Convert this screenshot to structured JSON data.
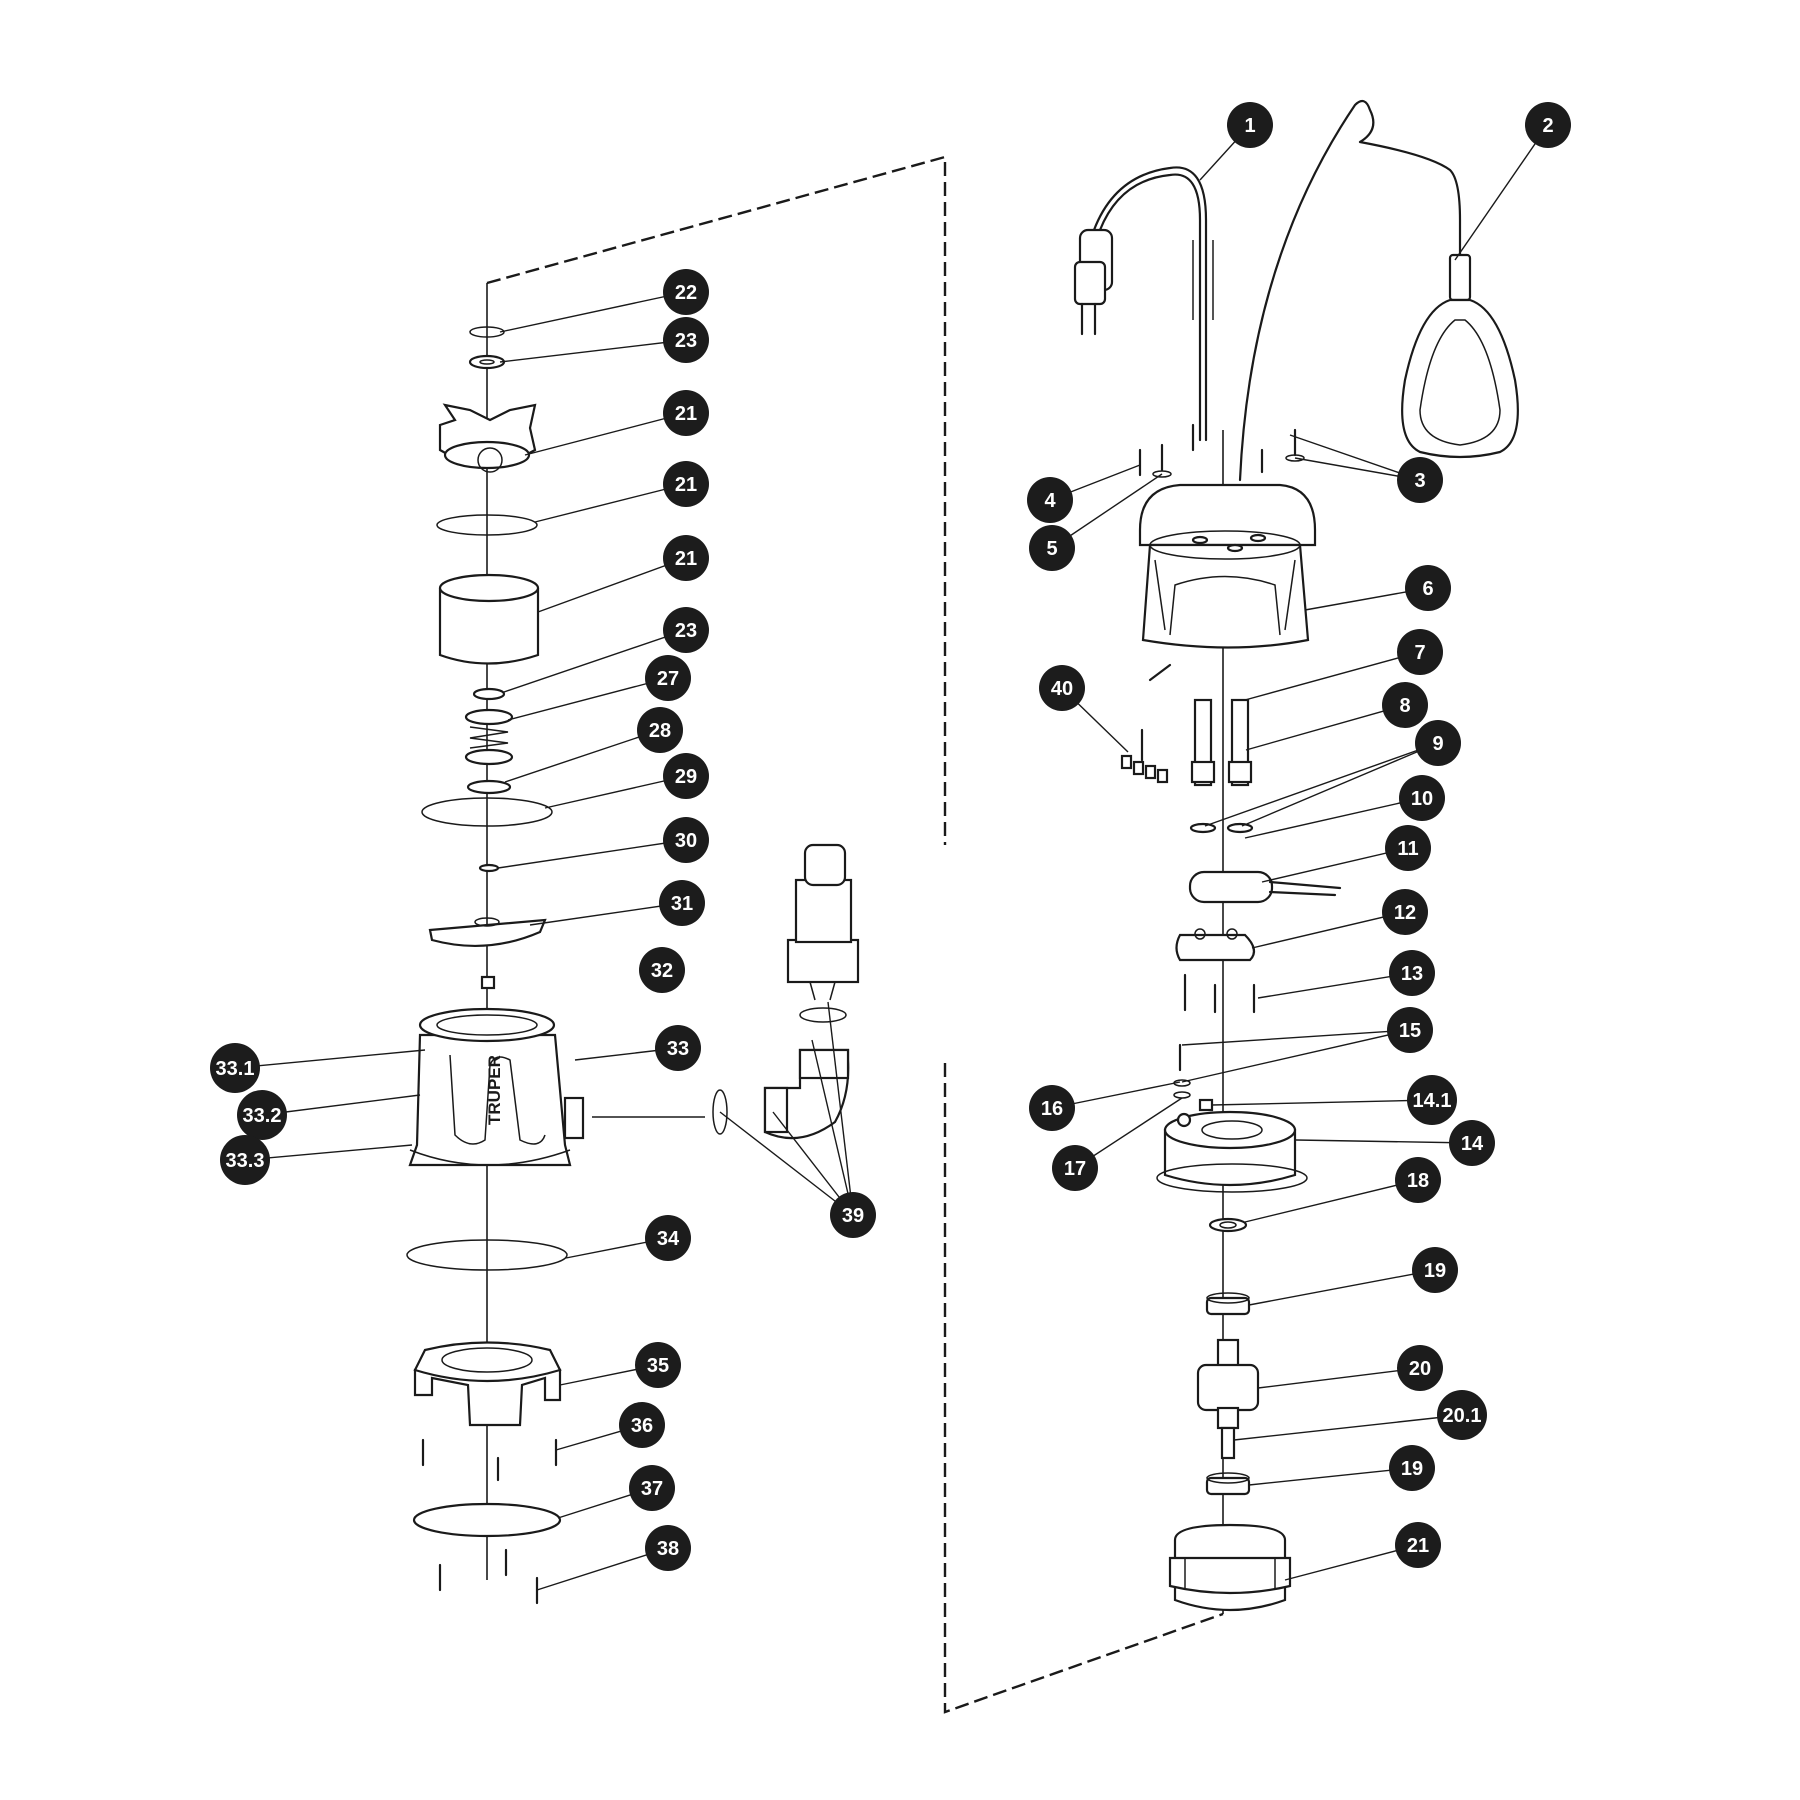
{
  "brand_text": "TRUPER",
  "callouts": [
    {
      "id": "1",
      "label": "1"
    },
    {
      "id": "2",
      "label": "2"
    },
    {
      "id": "3",
      "label": "3"
    },
    {
      "id": "4",
      "label": "4"
    },
    {
      "id": "5",
      "label": "5"
    },
    {
      "id": "6",
      "label": "6"
    },
    {
      "id": "7",
      "label": "7"
    },
    {
      "id": "8",
      "label": "8"
    },
    {
      "id": "9",
      "label": "9"
    },
    {
      "id": "10",
      "label": "10"
    },
    {
      "id": "11",
      "label": "11"
    },
    {
      "id": "12",
      "label": "12"
    },
    {
      "id": "13",
      "label": "13"
    },
    {
      "id": "14",
      "label": "14"
    },
    {
      "id": "14.1",
      "label": "14.1"
    },
    {
      "id": "15",
      "label": "15"
    },
    {
      "id": "16",
      "label": "16"
    },
    {
      "id": "17",
      "label": "17"
    },
    {
      "id": "18",
      "label": "18"
    },
    {
      "id": "19a",
      "label": "19"
    },
    {
      "id": "19b",
      "label": "19"
    },
    {
      "id": "20",
      "label": "20"
    },
    {
      "id": "20.1",
      "label": "20.1"
    },
    {
      "id": "21r",
      "label": "21"
    },
    {
      "id": "22",
      "label": "22"
    },
    {
      "id": "23a",
      "label": "23"
    },
    {
      "id": "21a",
      "label": "21"
    },
    {
      "id": "21b",
      "label": "21"
    },
    {
      "id": "21c",
      "label": "21"
    },
    {
      "id": "23b",
      "label": "23"
    },
    {
      "id": "27",
      "label": "27"
    },
    {
      "id": "28",
      "label": "28"
    },
    {
      "id": "29",
      "label": "29"
    },
    {
      "id": "30",
      "label": "30"
    },
    {
      "id": "31",
      "label": "31"
    },
    {
      "id": "32",
      "label": "32"
    },
    {
      "id": "33",
      "label": "33"
    },
    {
      "id": "33.1",
      "label": "33.1"
    },
    {
      "id": "33.2",
      "label": "33.2"
    },
    {
      "id": "33.3",
      "label": "33.3"
    },
    {
      "id": "34",
      "label": "34"
    },
    {
      "id": "35",
      "label": "35"
    },
    {
      "id": "36",
      "label": "36"
    },
    {
      "id": "37",
      "label": "37"
    },
    {
      "id": "38",
      "label": "38"
    },
    {
      "id": "39",
      "label": "39"
    },
    {
      "id": "40",
      "label": "40"
    }
  ]
}
